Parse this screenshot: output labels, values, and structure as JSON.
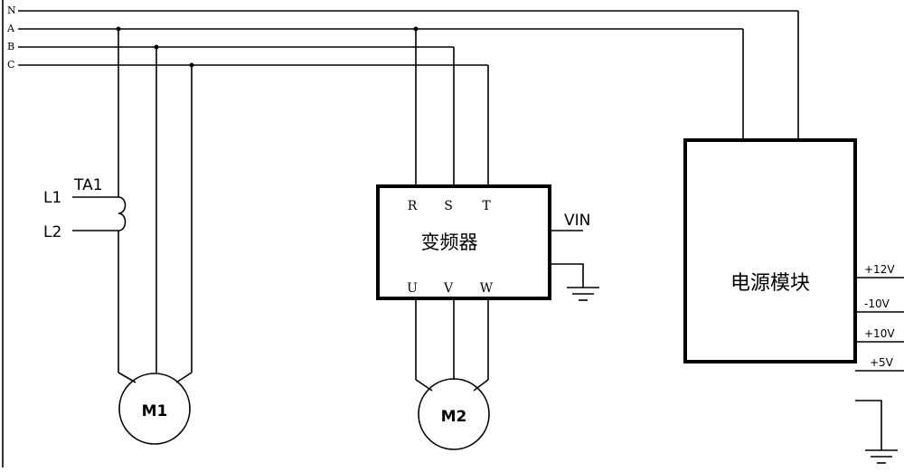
{
  "bus": {
    "lines": [
      "N",
      "A",
      "B",
      "C"
    ]
  },
  "transformer": {
    "name": "TA1",
    "terminal_1": "L1",
    "terminal_2": "L2"
  },
  "motor_1": {
    "label": "M1"
  },
  "motor_2": {
    "label": "M2"
  },
  "inverter": {
    "title": "变频器",
    "input_terminals": [
      "R",
      "S",
      "T"
    ],
    "output_terminals": [
      "U",
      "V",
      "W"
    ],
    "vin_label": "VIN"
  },
  "power_module": {
    "title": "电源模块",
    "outputs": [
      "+12V",
      "-10V",
      "+10V",
      "+5V"
    ]
  }
}
